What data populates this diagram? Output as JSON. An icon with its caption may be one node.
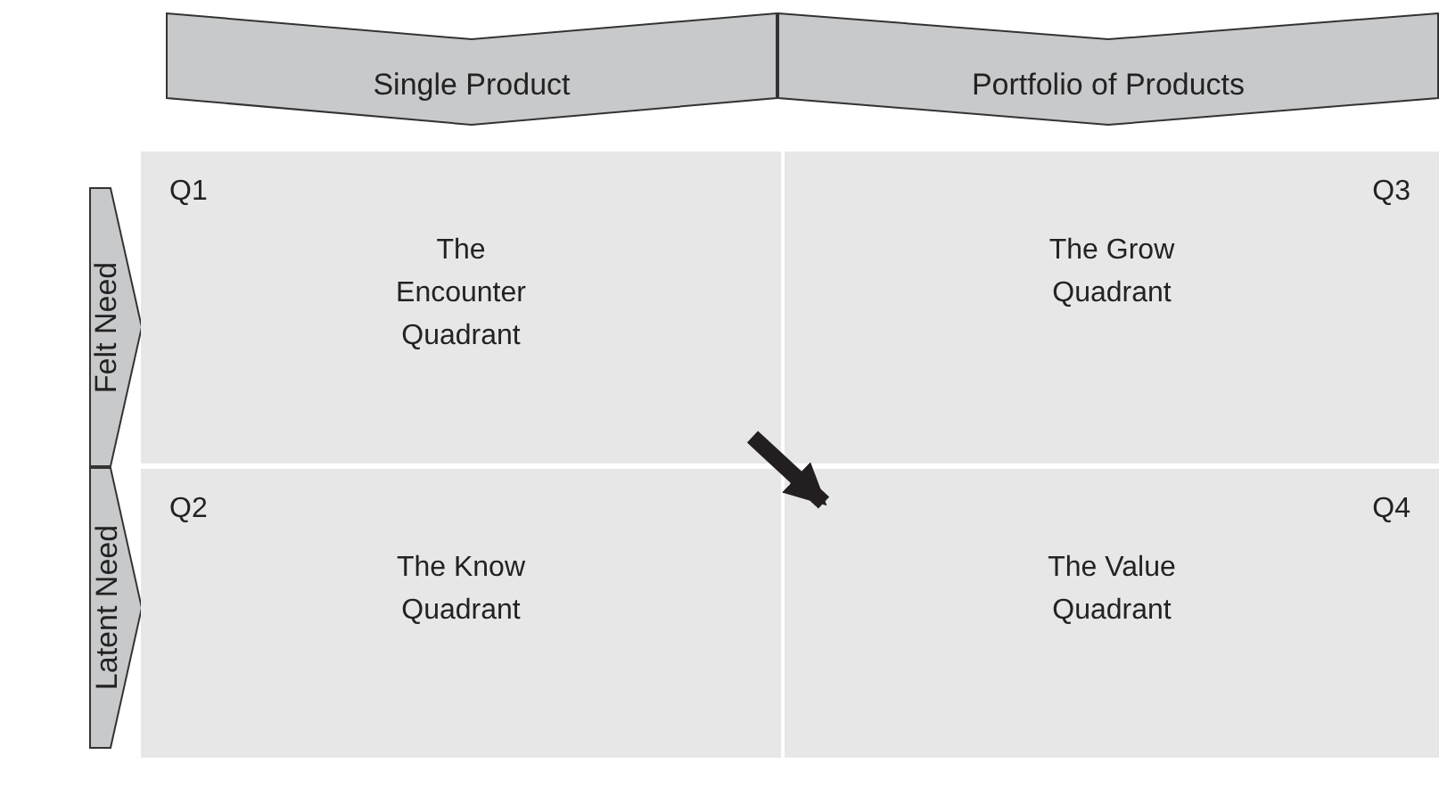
{
  "diagram": {
    "nodes": [
      {
        "text": [
          "Single Product"
        ]
      },
      {
        "text": [
          "Portfolio of Products"
        ]
      },
      {
        "text": [
          "Felt Need"
        ]
      },
      {
        "text": [
          "Latent Need"
        ]
      },
      {
        "text": [
          "Q1",
          "The Encounter Quadrant"
        ]
      },
      {
        "text": [
          "Q3",
          "The Grow Quadrant"
        ]
      },
      {
        "text": [
          "Q2",
          "The Know Quadrant"
        ]
      },
      {
        "text": [
          "Q4",
          "The Value Quadrant"
        ]
      }
    ],
    "edges": [
      {
        "from": 4,
        "to": 7,
        "arrow": "to"
      }
    ]
  }
}
